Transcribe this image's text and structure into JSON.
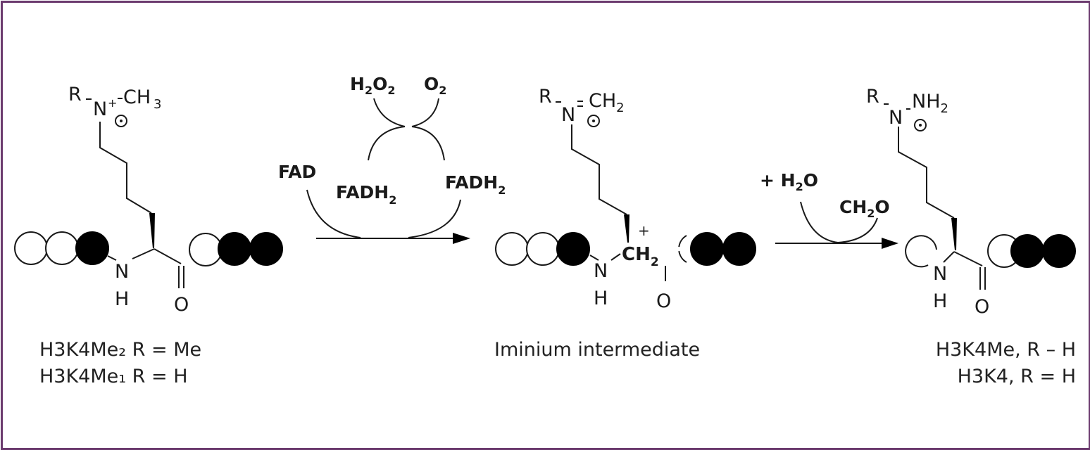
{
  "diagram": {
    "title": "LSD1-mediated demethylation of H3K4",
    "colors": {
      "border": "#6b3a6e",
      "ink": "#1a1a1a"
    },
    "step1": {
      "cofactors": {
        "h2o2": "H",
        "h2o2_sub1": "2",
        "h2o2_o": "O",
        "h2o2_sub2": "2",
        "o2": "O",
        "o2_sub": "2"
      },
      "fad_left": "FAD",
      "fadh2_mid": "FADH",
      "fadh2_mid_sub": "2",
      "fadh2_right": "FADH",
      "fadh2_right_sub": "2"
    },
    "step2": {
      "plus_water": "+ H",
      "water_sub": "2",
      "water_o": "O",
      "formaldehyde": "CH",
      "formaldehyde_sub": "2",
      "formaldehyde_o": "O"
    },
    "substrate": {
      "r": "R",
      "n": "N",
      "charge": "+",
      "methyl": "CH",
      "methyl_sub": "3",
      "nh_n": "N",
      "nh_h": "H",
      "carbonyl_o": "O",
      "caption_line1": "H3K4Me₂ R = Me",
      "caption_line2": "H3K4Me₁ R = H"
    },
    "intermediate": {
      "r": "R",
      "n": "N",
      "methylene": "CH",
      "methylene_sub": "2",
      "ch2_c": "CH",
      "ch2_sub": "2",
      "ch2_plus": "+",
      "nh_n": "N",
      "nh_h": "H",
      "carbonyl_o": "O",
      "caption": "Iminium intermediate"
    },
    "product": {
      "r": "R",
      "n": "N",
      "amine": "NH",
      "amine_sub": "2",
      "nh_n": "N",
      "nh_h": "H",
      "carbonyl_o": "O",
      "caption_line1": "H3K4Me, R – H",
      "caption_line2": "H3K4, R = H"
    }
  }
}
